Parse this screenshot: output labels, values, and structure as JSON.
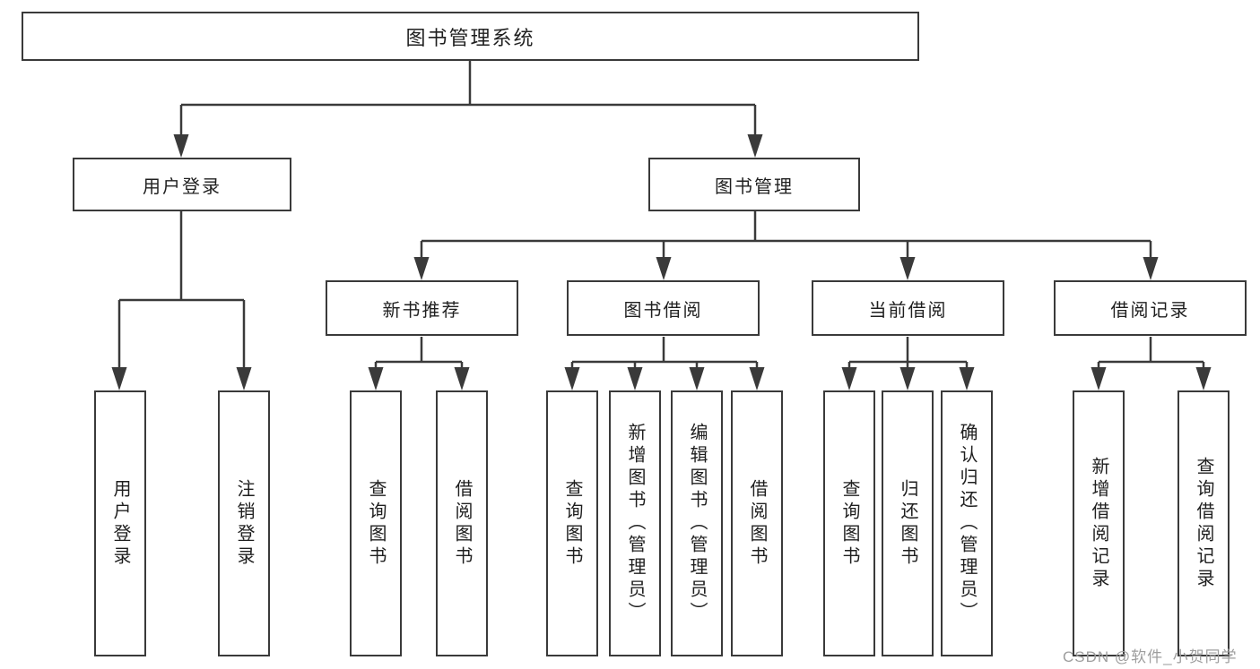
{
  "diagram_title": "图书管理系统",
  "nodes": {
    "root": "图书管理系统",
    "user_login": "用户登录",
    "book_mgmt": "图书管理",
    "new_book_rec": "新书推荐",
    "book_borrow": "图书借阅",
    "current_borrow": "当前借阅",
    "borrow_records": "借阅记录",
    "ul_user_login": "用户登录",
    "ul_logout": "注销登录",
    "nb_query_book": "查询图书",
    "nb_borrow_book": "借阅图书",
    "bb_query_book": "查询图书",
    "bb_add_book": "新增图书（管理员）",
    "bb_edit_book": "编辑图书（管理员）",
    "bb_borrow_book": "借阅图书",
    "cb_query_book": "查询图书",
    "cb_return_book": "归还图书",
    "cb_confirm_return": "确认归还（管理员）",
    "br_add_record": "新增借阅记录",
    "br_query_record": "查询借阅记录"
  },
  "colors": {
    "line": "#3a3a3a",
    "border": "#3a3a3a",
    "text": "#1f1f1f",
    "watermark": "#9e9e9e"
  },
  "watermark": "CSDN @软件_小贺同学"
}
